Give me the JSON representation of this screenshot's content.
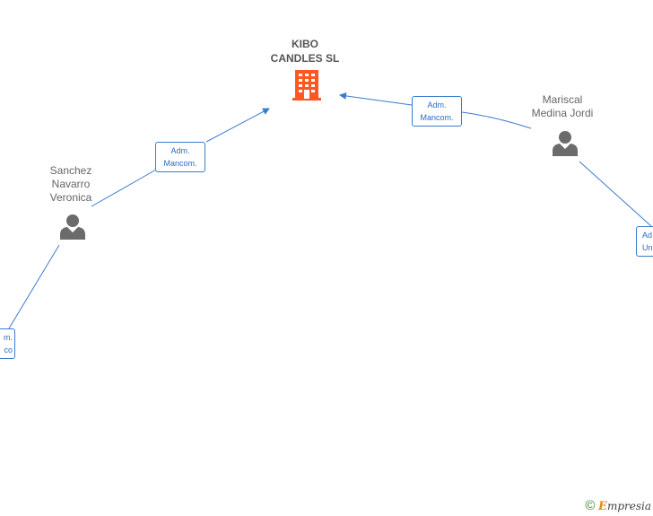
{
  "company": {
    "name": "KIBO\nCANDLES  SL",
    "icon": "building-icon",
    "color": "#ff5722"
  },
  "persons": [
    {
      "id": "sanchez",
      "name": "Sanchez\nNavarro\nVeronica",
      "icon": "person-icon"
    },
    {
      "id": "mariscal",
      "name": "Mariscal\nMedina Jordi",
      "icon": "person-icon"
    }
  ],
  "roles": [
    {
      "id": "r1",
      "label": "Adm.\nMancom."
    },
    {
      "id": "r2",
      "label": "Adm.\nMancom."
    },
    {
      "id": "r3",
      "label": "m.\nco"
    },
    {
      "id": "r4",
      "label": "Ad\nUn"
    }
  ],
  "footer": {
    "copyright": "©",
    "brand_first": "E",
    "brand_rest": "mpresia"
  },
  "colors": {
    "edge": "#3a7ccc",
    "person": "#6b6b6b"
  }
}
